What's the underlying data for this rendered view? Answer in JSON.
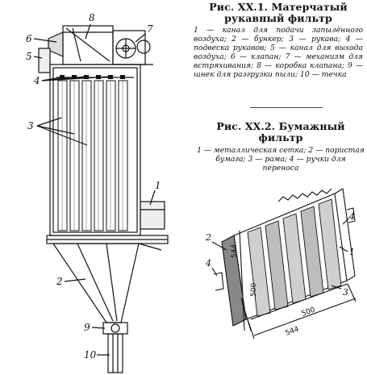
{
  "figure1": {
    "title": "Рис. XX.1. Матерчатый рукавный фильтр",
    "legend": "1 — канал для подачи запылённого воздуха; 2 — бункер; 3 — рукава; 4 — подвеска рукавов; 5 — канал для выхода воздуха; 6 — клапан; 7 — механизм для встряхивания; 8 — коробка клапана; 9 — шнек для разгрузки пыли; 10 — течка",
    "labels": {
      "l1": "1",
      "l2": "2",
      "l3": "3",
      "l4": "4",
      "l5": "5",
      "l6": "6",
      "l7": "7",
      "l8": "8",
      "l9": "9",
      "l10": "10"
    }
  },
  "figure2": {
    "title": "Рис. XX.2. Бумажный фильтр",
    "legend": "1 — металлическая сетка; 2 — пористая бумага; 3 — рама; 4 — ручки для переноса",
    "labels": {
      "l1": "1",
      "l2": "2",
      "l3": "3",
      "l4": "4"
    },
    "dims": {
      "d544v": "544",
      "d500v": "500",
      "d500h": "500",
      "d544h": "544"
    }
  }
}
